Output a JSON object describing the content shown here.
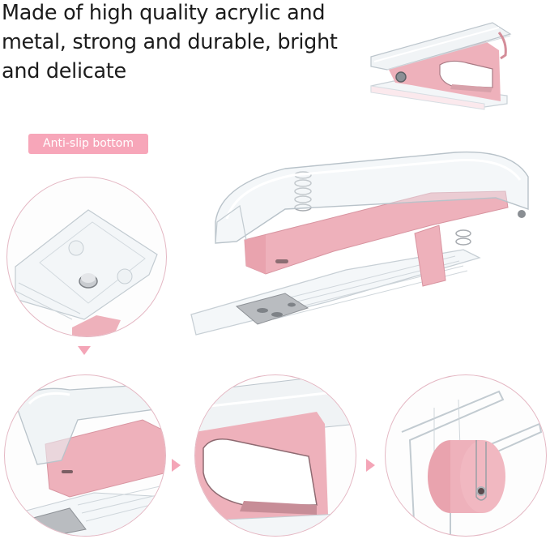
{
  "headline": {
    "text": "Made of high quality acrylic and metal, strong and durable, bright and delicate"
  },
  "badge": {
    "label": "Anti-slip bottom"
  },
  "colors": {
    "accent_pink": "#f7a6b9",
    "product_pink": "#eeb1bb",
    "circle_border": "#e4b7c3",
    "acrylic": "#e9eef1",
    "metal": "#b9bcc0",
    "text": "#1c1c1c"
  },
  "images": {
    "staple_remover": "pink-acrylic-staple-remover",
    "stapler": "pink-acrylic-stapler",
    "detail_bottom": "anti-slip-bottom-detail",
    "detail_head": "stapler-head-detail",
    "detail_remover_jaw": "staple-remover-jaw-detail",
    "detail_tape_roll": "tape-dispenser-roller-detail"
  }
}
